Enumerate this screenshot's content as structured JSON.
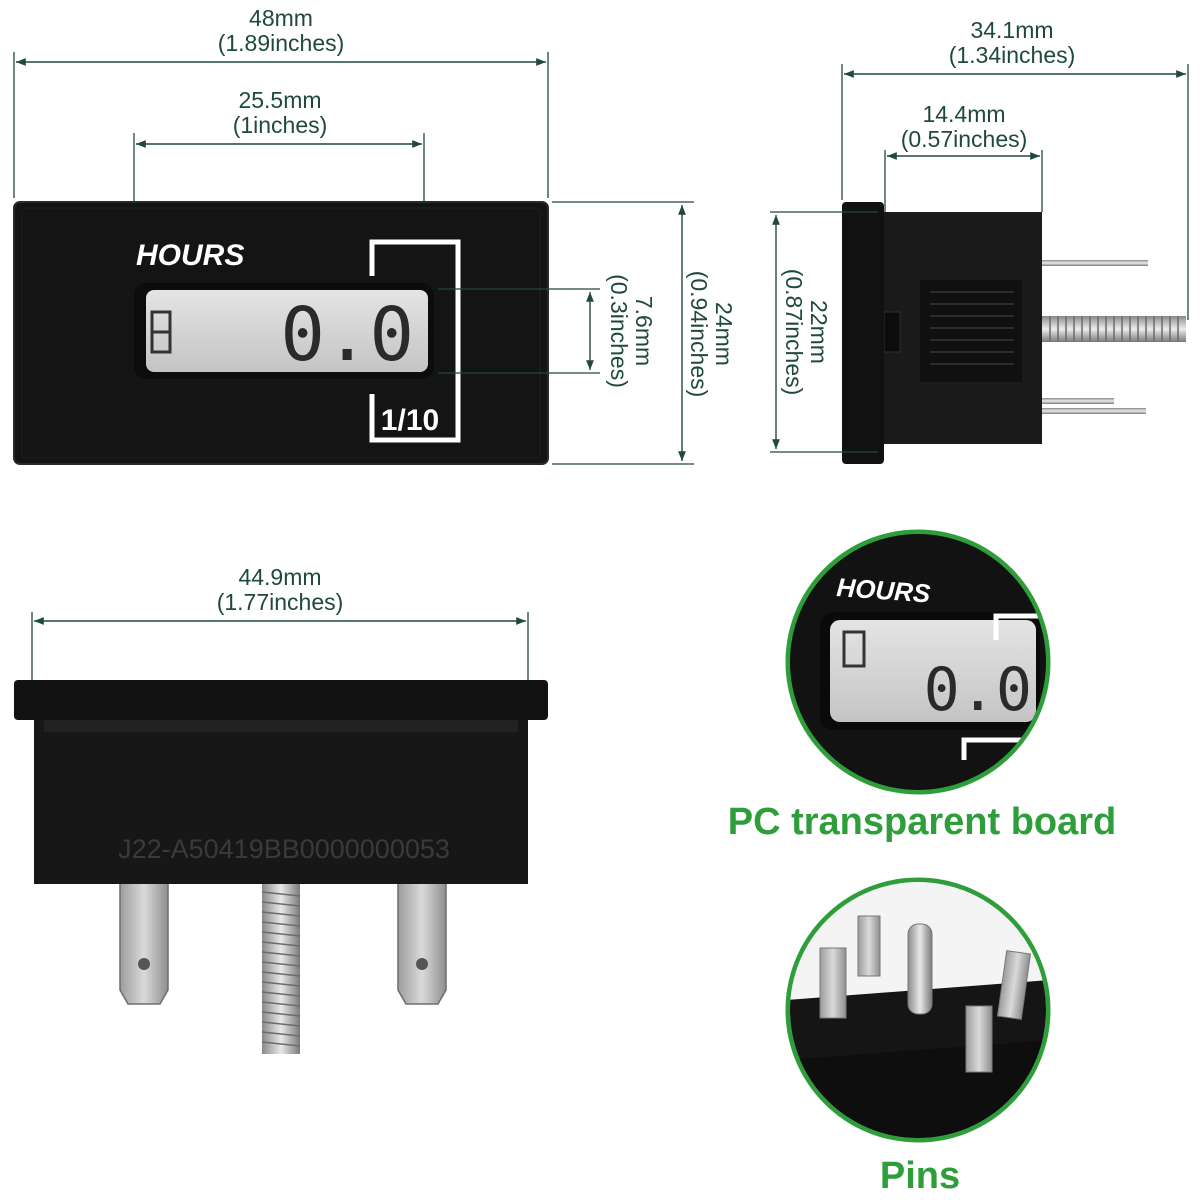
{
  "dimensions": {
    "front_width": {
      "mm": "48mm",
      "in": "(1.89inches)"
    },
    "window_width": {
      "mm": "25.5mm",
      "in": "(1inches)"
    },
    "side_depth": {
      "mm": "34.1mm",
      "in": "(1.34inches)"
    },
    "body_depth": {
      "mm": "14.4mm",
      "in": "(0.57inches)"
    },
    "window_height": {
      "mm": "7.6mm",
      "in": "(0.3inches)"
    },
    "front_height": {
      "mm": "24mm",
      "in": "(0.94inches)"
    },
    "body_height": {
      "mm": "22mm",
      "in": "(0.87inches)"
    },
    "bottom_width": {
      "mm": "44.9mm",
      "in": "(1.77inches)"
    }
  },
  "meter": {
    "label": "HOURS",
    "reading": "0.0",
    "resolution": "1/10",
    "serial": "J22-A50419BB0000000053"
  },
  "captions": {
    "board": "PC transparent board",
    "pins": "Pins"
  },
  "colors": {
    "dimension_line": "#1f4a3a",
    "caption": "#2e9e3a",
    "body": "#161616",
    "lcd": "#d6d6d6"
  }
}
